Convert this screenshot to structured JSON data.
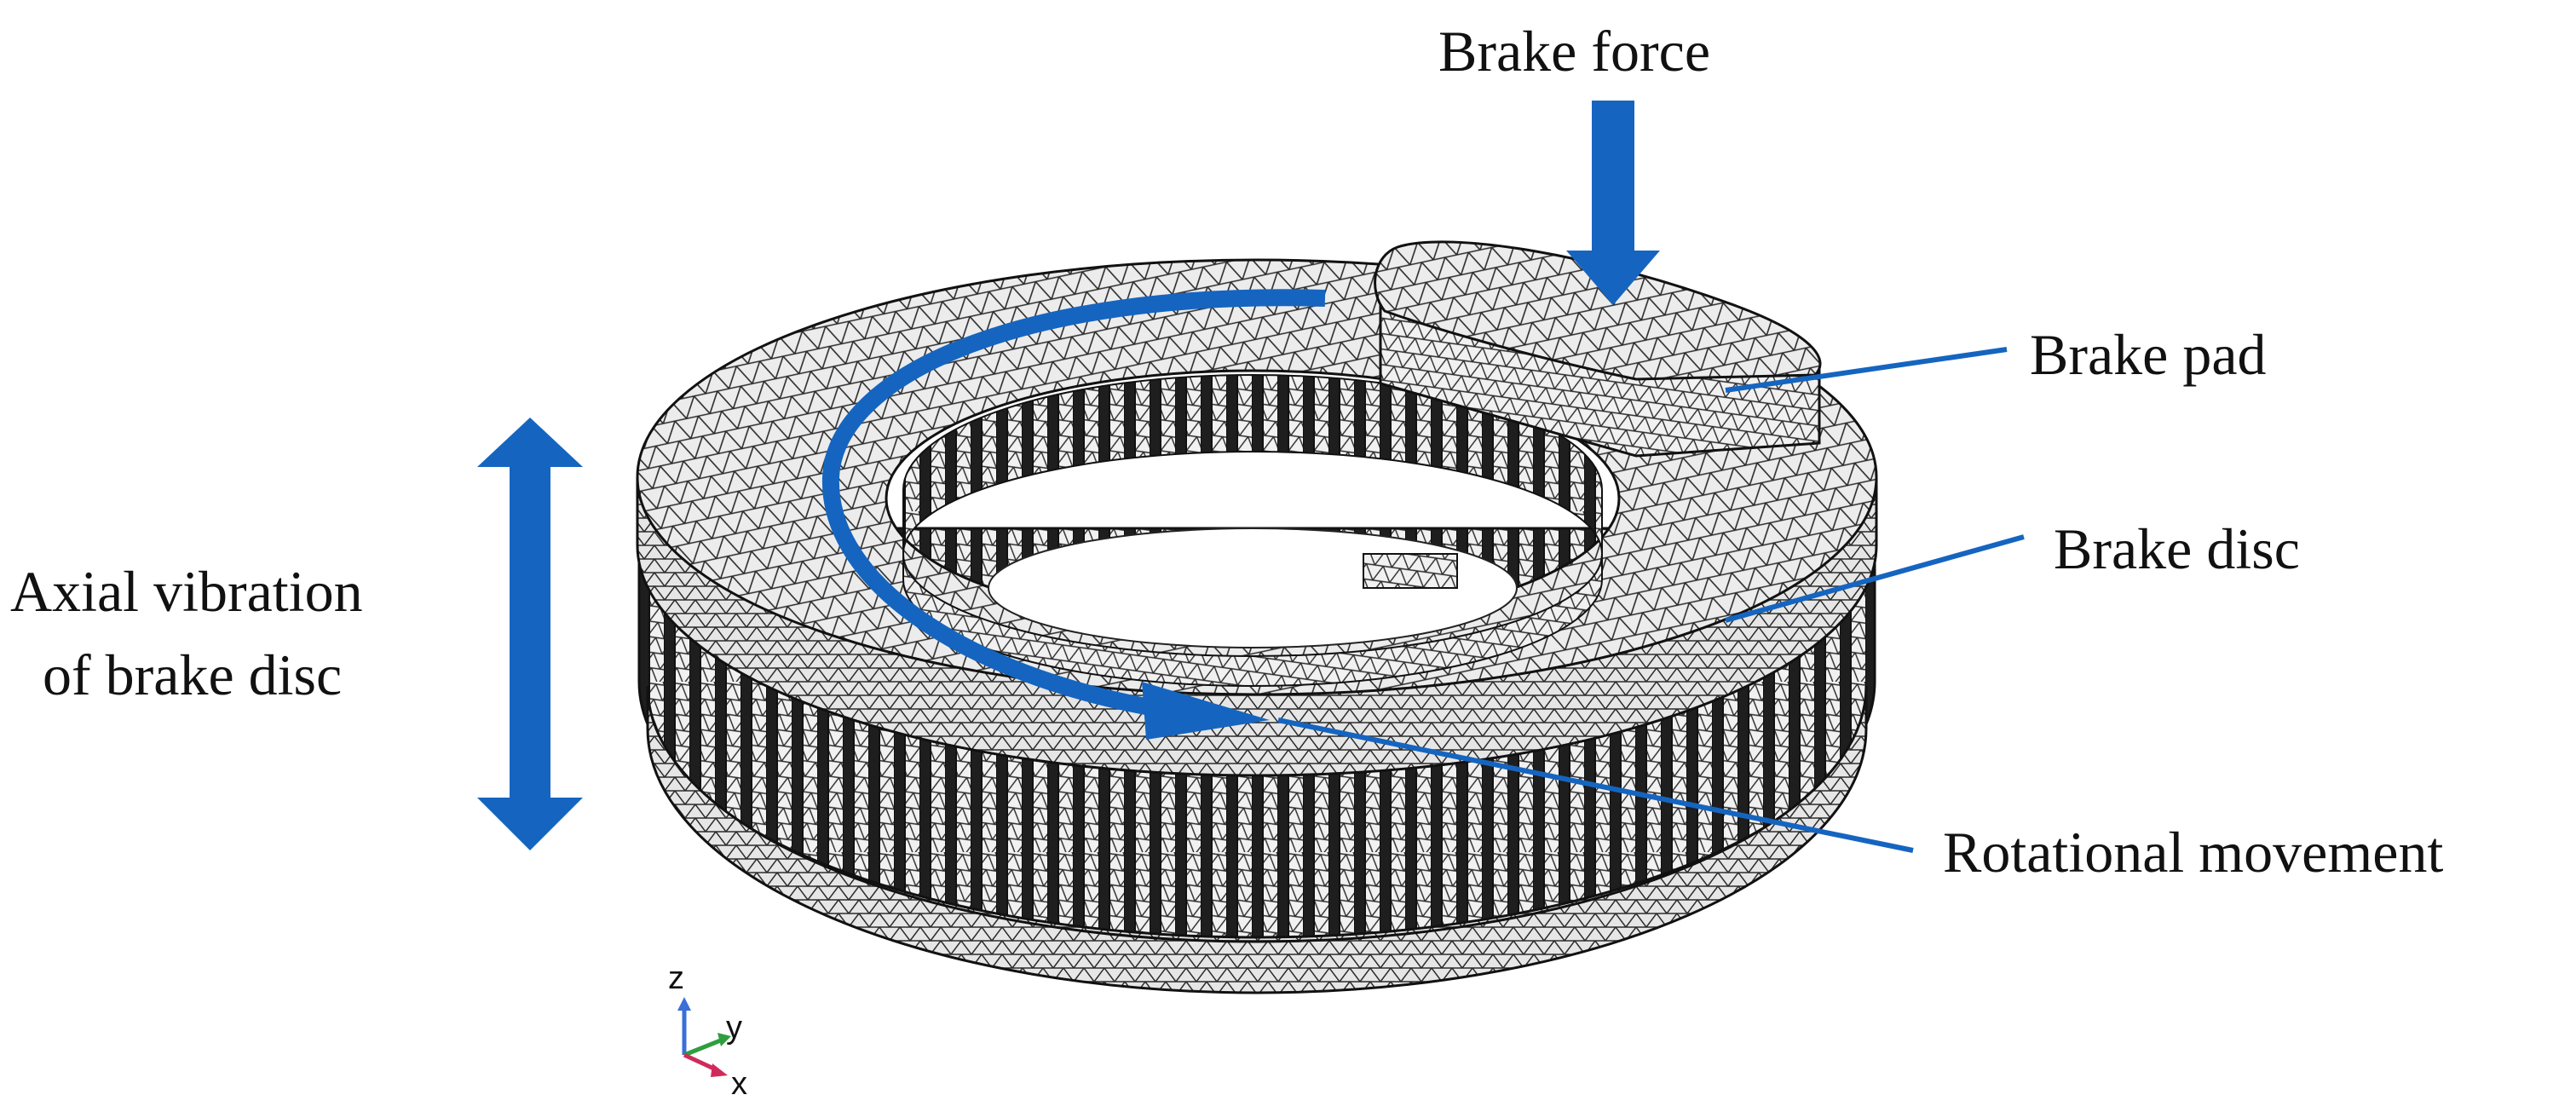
{
  "labels": {
    "brake_force": "Brake force",
    "brake_pad": "Brake pad",
    "brake_disc": "Brake disc",
    "axial_line1": "Axial vibration",
    "axial_line2": "of brake disc",
    "rotational": "Rotational movement"
  },
  "axes": {
    "z": "z",
    "y": "y",
    "x": "x"
  },
  "colors": {
    "arrow_blue": "#1565c0",
    "leader_blue": "#1565c0",
    "mesh_stroke": "#2a2a2a",
    "mesh_fill": "#e9e9e9",
    "axis_z": "#3a6fd8",
    "axis_y": "#2e9e3e",
    "axis_x": "#d12a5a"
  }
}
